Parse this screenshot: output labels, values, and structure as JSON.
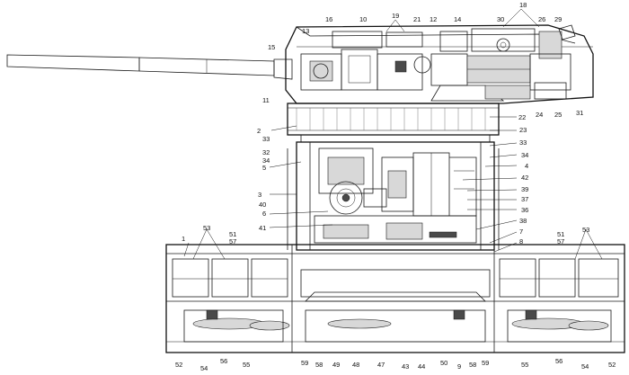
{
  "labels": {
    "l1": "1",
    "l2": "2",
    "l3": "3",
    "l4": "4",
    "l5": "5",
    "l6": "6",
    "l7": "7",
    "l8": "8",
    "l9": "9",
    "l10": "10",
    "l11": "11",
    "l12": "12",
    "l13": "13",
    "l14": "14",
    "l15": "15",
    "l16": "16",
    "l18": "18",
    "l19": "19",
    "l21": "21",
    "l22": "22",
    "l23": "23",
    "l24": "24",
    "l25": "25",
    "l26": "26",
    "l29": "29",
    "l30": "30",
    "l31": "31",
    "l32": "32",
    "l33a": "33",
    "l33b": "33",
    "l34a": "34",
    "l34b": "34",
    "l36": "36",
    "l37": "37",
    "l38": "38",
    "l39": "39",
    "l40": "40",
    "l41": "41",
    "l42": "42",
    "l43": "43",
    "l44": "44",
    "l47": "47",
    "l48": "48",
    "l49": "49",
    "l50": "50",
    "l51a": "51",
    "l51b": "51",
    "l52a": "52",
    "l52b": "52",
    "l53a": "53",
    "l53b": "53",
    "l54a": "54",
    "l54b": "54",
    "l55a": "55",
    "l55b": "55",
    "l56a": "56",
    "l56b": "56",
    "l57a": "57",
    "l57b": "57",
    "l58a": "58",
    "l58b": "58",
    "l59a": "59",
    "l59b": "59"
  }
}
